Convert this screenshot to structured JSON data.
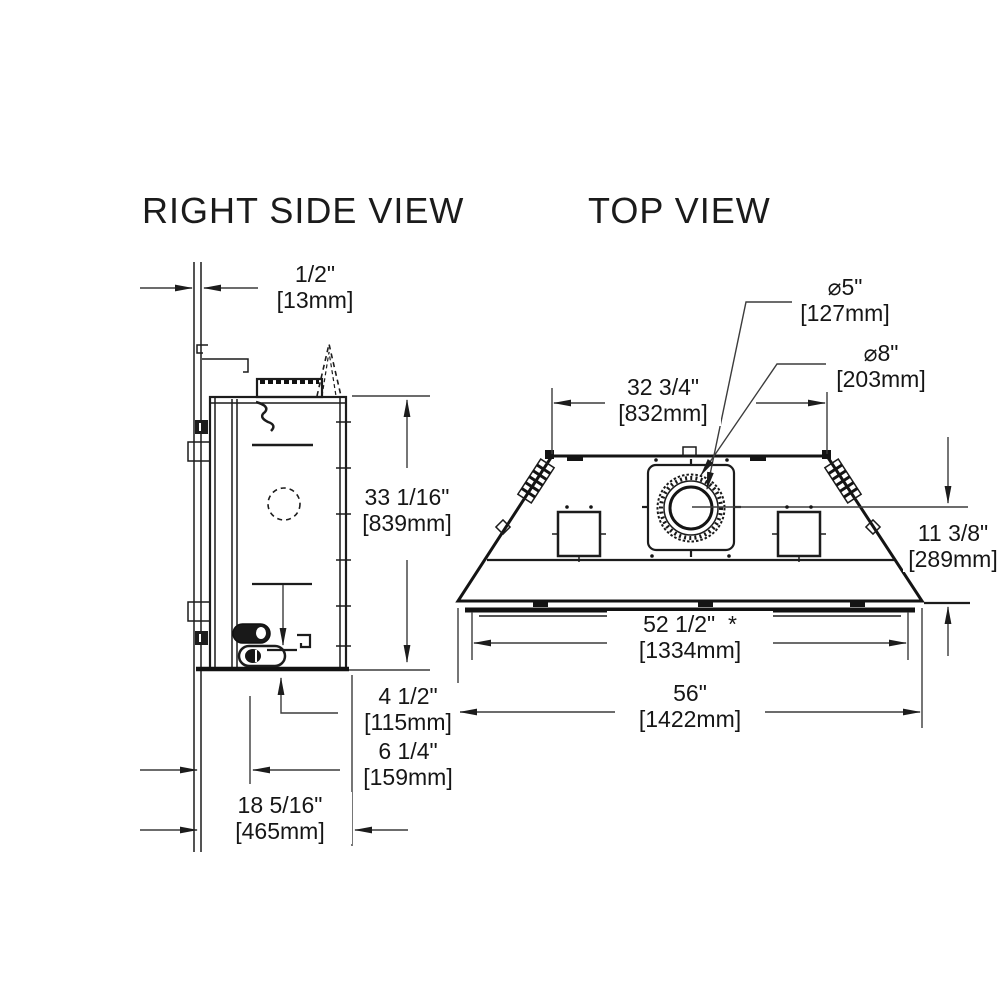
{
  "titles": {
    "right_side_view": "RIGHT SIDE VIEW",
    "top_view": "TOP VIEW"
  },
  "side_view": {
    "dims": {
      "wall_gap": {
        "in": "1/2\"",
        "mm": "[13mm]"
      },
      "height": {
        "in": "33 1/16\"",
        "mm": "[839mm]"
      },
      "gas_height": {
        "in": "4 1/2\"",
        "mm": "[115mm]"
      },
      "gas_depth": {
        "in": "6 1/4\"",
        "mm": "[159mm]"
      },
      "depth": {
        "in": "18 5/16\"",
        "mm": "[465mm]"
      }
    }
  },
  "top_view": {
    "dims": {
      "flue_inner": {
        "in": "⌀5\"",
        "mm": "[127mm]"
      },
      "flue_outer": {
        "in": "⌀8\"",
        "mm": "[203mm]"
      },
      "back_width": {
        "in": "32 3/4\"",
        "mm": "[832mm]"
      },
      "front_width": {
        "in": "52 1/2\"  *",
        "mm": "[1334mm]"
      },
      "overall_width": {
        "in": "56\"",
        "mm": "[1422mm]"
      },
      "flue_to_front": {
        "in": "11 3/8\"",
        "mm": "[289mm]"
      }
    }
  },
  "line_color": "#1c1c1c",
  "background_color": "#ffffff"
}
